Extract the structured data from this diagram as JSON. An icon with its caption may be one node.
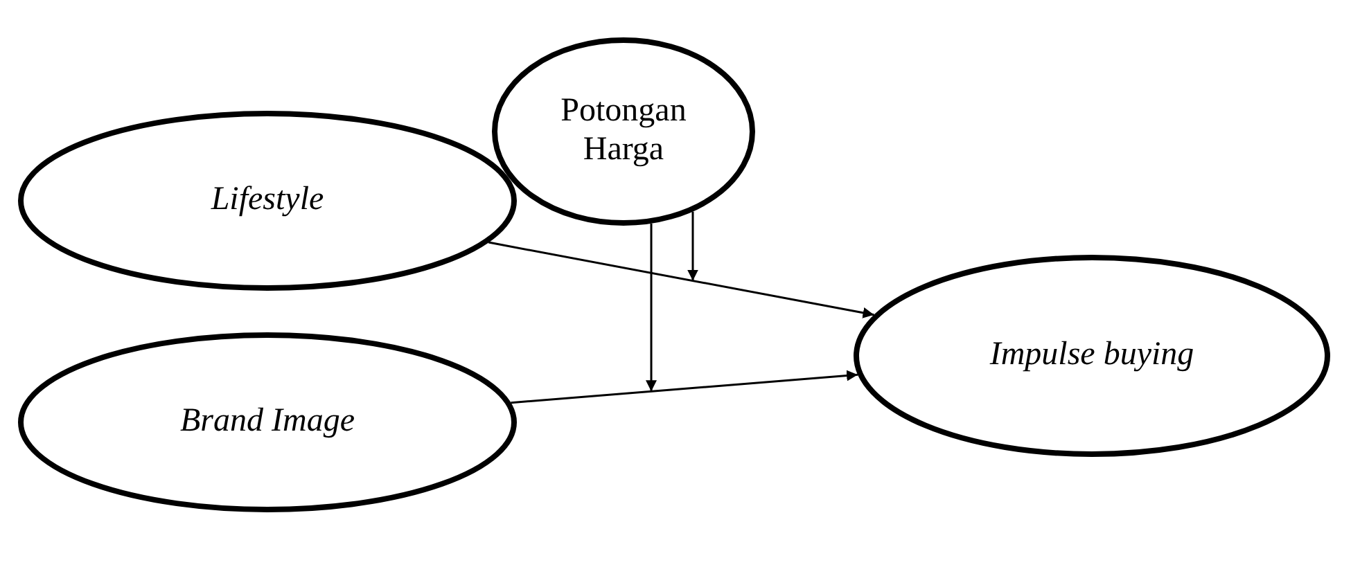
{
  "diagram": {
    "nodes": [
      {
        "text": [
          "Potongan Harga"
        ]
      },
      {
        "text": [
          "Lifestyle"
        ]
      },
      {
        "text": [
          "Impulse buying"
        ]
      },
      {
        "text": [
          "Brand Image"
        ]
      }
    ],
    "edges": [
      {
        "from": 1,
        "to": 2,
        "arrow": "to"
      },
      {
        "from": 3,
        "to": 2,
        "arrow": "to"
      },
      {
        "from": 0,
        "to": null,
        "arrow": "to"
      },
      {
        "from": 0,
        "to": null,
        "arrow": "to"
      }
    ]
  }
}
